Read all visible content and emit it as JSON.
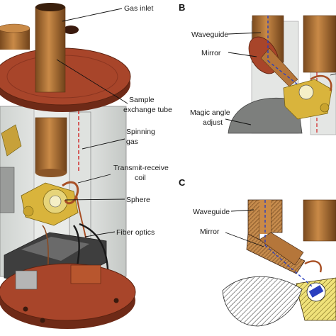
{
  "panels": {
    "b": "B",
    "c": "C"
  },
  "labels_a": {
    "gas_inlet": "Gas inlet",
    "sample_exchange_line1": "Sample",
    "sample_exchange_line2": "exchange tube",
    "spinning_gas_line1": "Spinning",
    "spinning_gas_line2": "gas",
    "transmit_receive_line1": "Transmit-receive",
    "transmit_receive_line2": "coil",
    "sphere": "Sphere",
    "fiber_optics": "Fiber optics"
  },
  "labels_b": {
    "waveguide": "Waveguide",
    "mirror": "Mirror",
    "magic_angle_line1": "Magic angle",
    "magic_angle_line2": "adjust"
  },
  "labels_c": {
    "waveguide": "Waveguide",
    "mirror": "Mirror"
  },
  "colors": {
    "copper": "#b5763a",
    "copper_dark": "#7a4a1e",
    "cap_red": "#a8452a",
    "cap_dark": "#6e2a17",
    "brass": "#d9b43c",
    "glass": "#e6e8e6",
    "laser": "#2a3fbf",
    "spin_gas": "#d33a3a",
    "gray": "#8a8a8a"
  }
}
